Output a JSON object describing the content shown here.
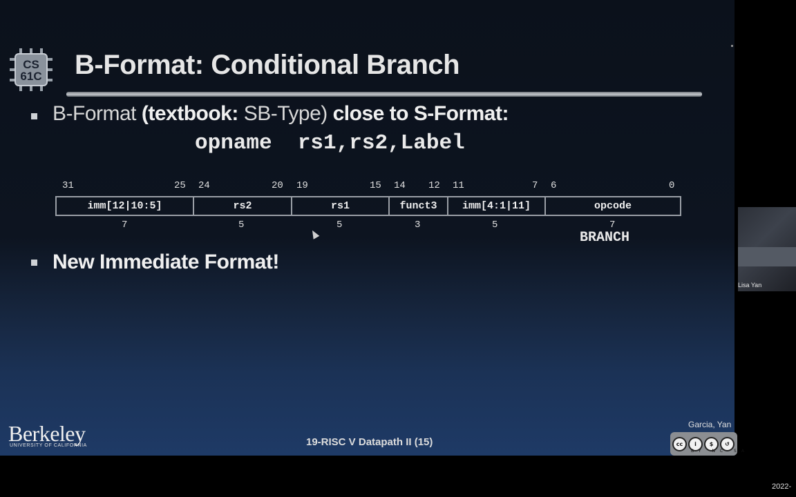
{
  "slide": {
    "logo_line1": "CS",
    "logo_line2": "61C",
    "title": "B-Format: Conditional Branch",
    "bullet1": {
      "prefix": "B-Format",
      "bold_part": "(textbook:",
      "normal_part": "SB-Type)",
      "suffix": "close to S-Format:"
    },
    "syntax": "opname  rs1,rs2,Label",
    "bit_numbers": [
      "31",
      "25",
      "24",
      "20",
      "19",
      "15",
      "14",
      "12",
      "11",
      "7",
      "6",
      "0"
    ],
    "fields": [
      {
        "label": "imm[12|10:5]",
        "width": "7"
      },
      {
        "label": "rs2",
        "width": "5"
      },
      {
        "label": "rs1",
        "width": "5"
      },
      {
        "label": "funct3",
        "width": "3"
      },
      {
        "label": "imm[4:1|11]",
        "width": "5"
      },
      {
        "label": "opcode",
        "width": "7"
      }
    ],
    "opcode_name": "BRANCH",
    "bullet2": "New Immediate Format!",
    "university": "Berkeley",
    "university_sub": "UNIVERSITY OF CALIFORNIA",
    "footer": "19-RISC V Datapath II (15)",
    "authors": "Garcia, Yan",
    "license_icons": [
      "cc",
      "by",
      "nc",
      "sa"
    ],
    "license_labels": "BY NC SA"
  },
  "webcam": {
    "participant_name": "Lisa Yan"
  },
  "date_partial": "2022-"
}
